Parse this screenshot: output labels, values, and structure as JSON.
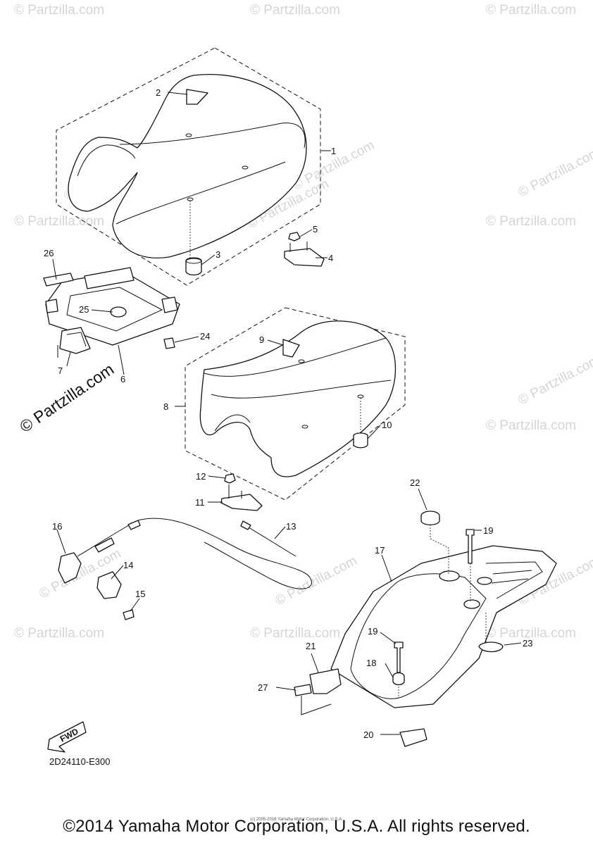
{
  "watermark": {
    "text": "© Partzilla.com",
    "main_text": "© Partzilla.com"
  },
  "callouts": {
    "p1": "1",
    "p2": "2",
    "p3": "3",
    "p4": "4",
    "p5": "5",
    "p6": "6",
    "p7": "7",
    "p8": "8",
    "p9": "9",
    "p10": "10",
    "p11": "11",
    "p12": "12",
    "p13": "13",
    "p14": "14",
    "p15": "15",
    "p16": "16",
    "p17": "17",
    "p18": "18",
    "p19a": "19",
    "p19b": "19",
    "p20": "20",
    "p21": "21",
    "p22": "22",
    "p23": "23",
    "p24": "24",
    "p25": "25",
    "p26": "26",
    "p27": "27"
  },
  "fwd_label": "FWD",
  "diagram_code": "2D24110-E300",
  "small_copyright": "(c) 2005-2016 Yamaha Motor Corporation, U.S.A.",
  "copyright": "©2014 Yamaha Motor Corporation, U.S.A. All rights reserved."
}
